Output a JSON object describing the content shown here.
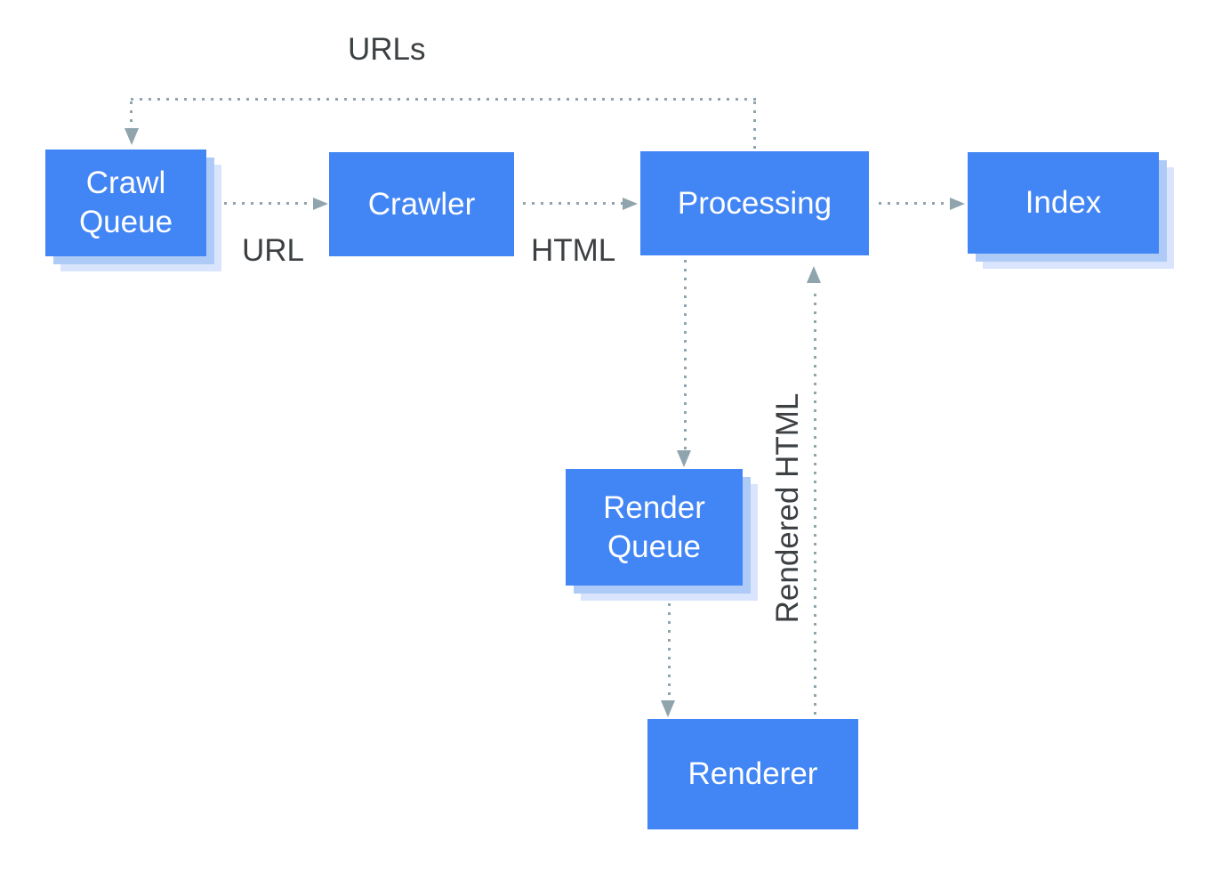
{
  "diagram": {
    "nodes": {
      "crawl_queue": {
        "label": "Crawl\nQueue",
        "stacked": true
      },
      "crawler": {
        "label": "Crawler",
        "stacked": false
      },
      "processing": {
        "label": "Processing",
        "stacked": false
      },
      "index": {
        "label": "Index",
        "stacked": true
      },
      "render_queue": {
        "label": "Render\nQueue",
        "stacked": true
      },
      "renderer": {
        "label": "Renderer",
        "stacked": false
      }
    },
    "edges": [
      {
        "from": "processing",
        "to": "crawl_queue",
        "label": "URLs"
      },
      {
        "from": "crawl_queue",
        "to": "crawler",
        "label": "URL"
      },
      {
        "from": "crawler",
        "to": "processing",
        "label": "HTML"
      },
      {
        "from": "processing",
        "to": "index",
        "label": ""
      },
      {
        "from": "processing",
        "to": "render_queue",
        "label": ""
      },
      {
        "from": "render_queue",
        "to": "renderer",
        "label": ""
      },
      {
        "from": "renderer",
        "to": "processing",
        "label": "Rendered HTML"
      }
    ],
    "colors": {
      "node_fill": "#4285f4",
      "node_text": "#ffffff",
      "stack_layer_mid": "#aecbf7",
      "stack_layer_outer": "#d9e5fc",
      "connector": "#90a4ae",
      "edge_label_text": "#3c4043",
      "background": "#ffffff"
    }
  }
}
